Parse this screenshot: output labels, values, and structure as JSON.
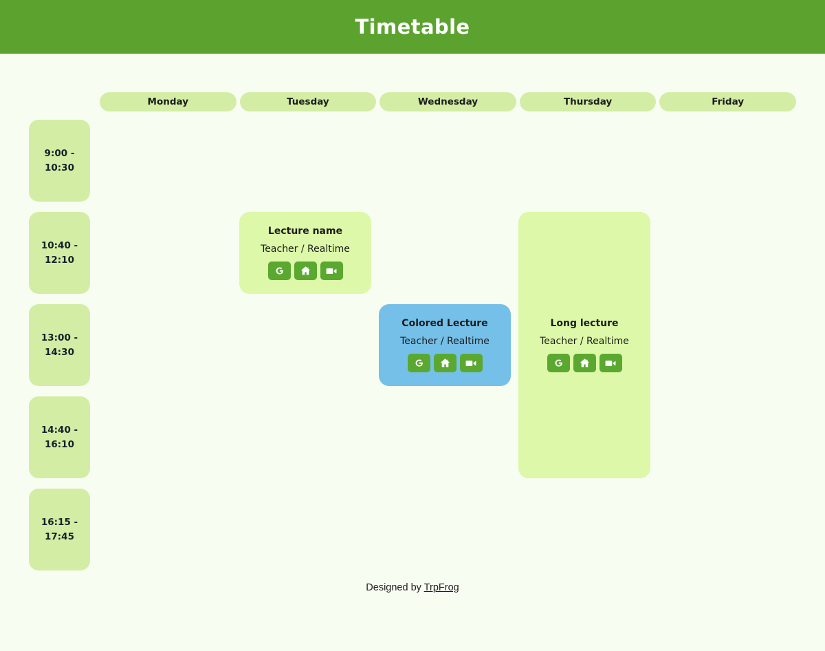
{
  "header": {
    "title": "Timetable",
    "bg_color": "#5ba32e",
    "title_color": "#ffffff"
  },
  "page": {
    "background_color": "#f8fdf2"
  },
  "days": [
    {
      "label": "Monday"
    },
    {
      "label": "Tuesday"
    },
    {
      "label": "Wednesday"
    },
    {
      "label": "Thursday"
    },
    {
      "label": "Friday"
    }
  ],
  "periods": [
    {
      "start": "9:00 -",
      "end": "10:30"
    },
    {
      "start": "10:40 -",
      "end": "12:10"
    },
    {
      "start": "13:00 -",
      "end": "14:30"
    },
    {
      "start": "14:40 -",
      "end": "16:10"
    },
    {
      "start": "16:15 -",
      "end": "17:45"
    }
  ],
  "colors": {
    "slot_bg": "#d4eda4",
    "card_green": "#ddf8a8",
    "card_blue": "#74c0e8",
    "icon_button": "#5ba831"
  },
  "lectures": [
    {
      "day": "Tuesday",
      "title": "Lecture name",
      "teacher": "Teacher / Realtime",
      "color": "#ddf8a8",
      "icons": [
        "google-icon",
        "home-icon",
        "video-camera-icon"
      ]
    },
    {
      "day": "Wednesday",
      "title": "Colored Lecture",
      "teacher": "Teacher / Realtime",
      "color": "#74c0e8",
      "icons": [
        "google-icon",
        "home-icon",
        "video-camera-icon"
      ]
    },
    {
      "day": "Thursday",
      "title": "Long lecture",
      "teacher": "Teacher / Realtime",
      "color": "#ddf8a8",
      "icons": [
        "google-icon",
        "home-icon",
        "video-camera-icon"
      ]
    }
  ],
  "footer": {
    "prefix": "Designed by ",
    "link_label": "TrpFrog"
  }
}
